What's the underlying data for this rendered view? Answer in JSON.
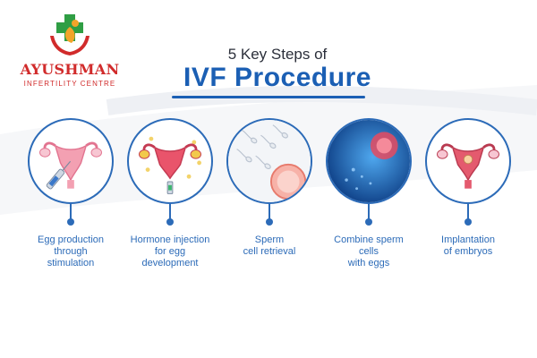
{
  "brand": {
    "name": "AYUSHMAN",
    "subtitle": "INFERTILITY CENTRE"
  },
  "heading": {
    "subtitle": "5 Key Steps of",
    "title": "IVF Procedure"
  },
  "steps": [
    {
      "label": "Egg production\nthrough\nstimulation",
      "icon": "uterus-syringe-icon"
    },
    {
      "label": "Hormone injection\nfor egg\ndevelopment",
      "icon": "hormone-injection-icon"
    },
    {
      "label": "Sperm\ncell retrieval",
      "icon": "sperm-egg-icon"
    },
    {
      "label": "Combine sperm\ncells\nwith eggs",
      "icon": "fertilization-icon"
    },
    {
      "label": "Implantation\nof embryos",
      "icon": "uterus-implantation-icon"
    }
  ],
  "colors": {
    "brand_red": "#d12b2b",
    "brand_green": "#2f9e44",
    "brand_orange": "#f2a42a",
    "title_blue": "#1b5fb4",
    "accent_blue": "#2c6bb8",
    "uterus_pink": "#f08aa0"
  }
}
